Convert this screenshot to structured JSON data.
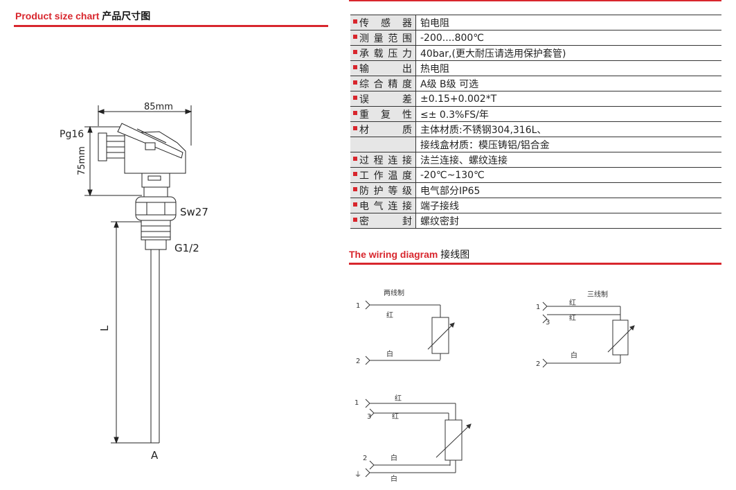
{
  "size_chart": {
    "title_en": "Product size chart",
    "title_cn": "产品尺寸图",
    "dim_width": "85mm",
    "dim_height": "75mm",
    "label_pg16": "Pg16",
    "label_sw27": "Sw27",
    "label_g12": "G1/2",
    "label_l": "L",
    "label_a": "A"
  },
  "spec_table": {
    "rows": [
      {
        "label": "传感器",
        "value": "铂电阻"
      },
      {
        "label": "测量范围",
        "value": "-200....800℃"
      },
      {
        "label": "承载压力",
        "value": "40bar,(更大耐压请选用保护套管)"
      },
      {
        "label": "输出",
        "value": "热电阻"
      },
      {
        "label": "综合精度",
        "value": "A级   B级 可选"
      },
      {
        "label": "误差",
        "value": "±0.15+0.002*T"
      },
      {
        "label": "重复性",
        "value": "≤± 0.3%FS/年"
      },
      {
        "label": "材质",
        "value": "主体材质:不锈钢304,316L、"
      },
      {
        "label": "",
        "value": "接线盒材质：模压铸铝/铝合金"
      },
      {
        "label": "过程连接",
        "value": "法兰连接、螺纹连接"
      },
      {
        "label": "工作温度",
        "value": "-20℃~130℃"
      },
      {
        "label": "防护等级",
        "value": "电气部分IP65"
      },
      {
        "label": "电气连接",
        "value": "端子接线"
      },
      {
        "label": "密封",
        "value": "螺纹密封"
      }
    ]
  },
  "wiring": {
    "title_en": "The wiring diagram",
    "title_cn": "接线图",
    "two_wire": {
      "title": "两线制",
      "n1": "1",
      "n2": "2",
      "red": "红",
      "white": "白"
    },
    "three_wire": {
      "title": "三线制",
      "n1": "1",
      "n3": "3",
      "n2": "2",
      "red1": "红",
      "red2": "红",
      "white": "白"
    },
    "four_wire": {
      "n1": "1",
      "n3": "3",
      "n2": "2",
      "ground": "⏚",
      "red1": "红",
      "red2": "红",
      "white1": "白",
      "white2": "白"
    }
  },
  "colors": {
    "accent": "#d8262d",
    "label_bg": "#e6e6e6"
  }
}
